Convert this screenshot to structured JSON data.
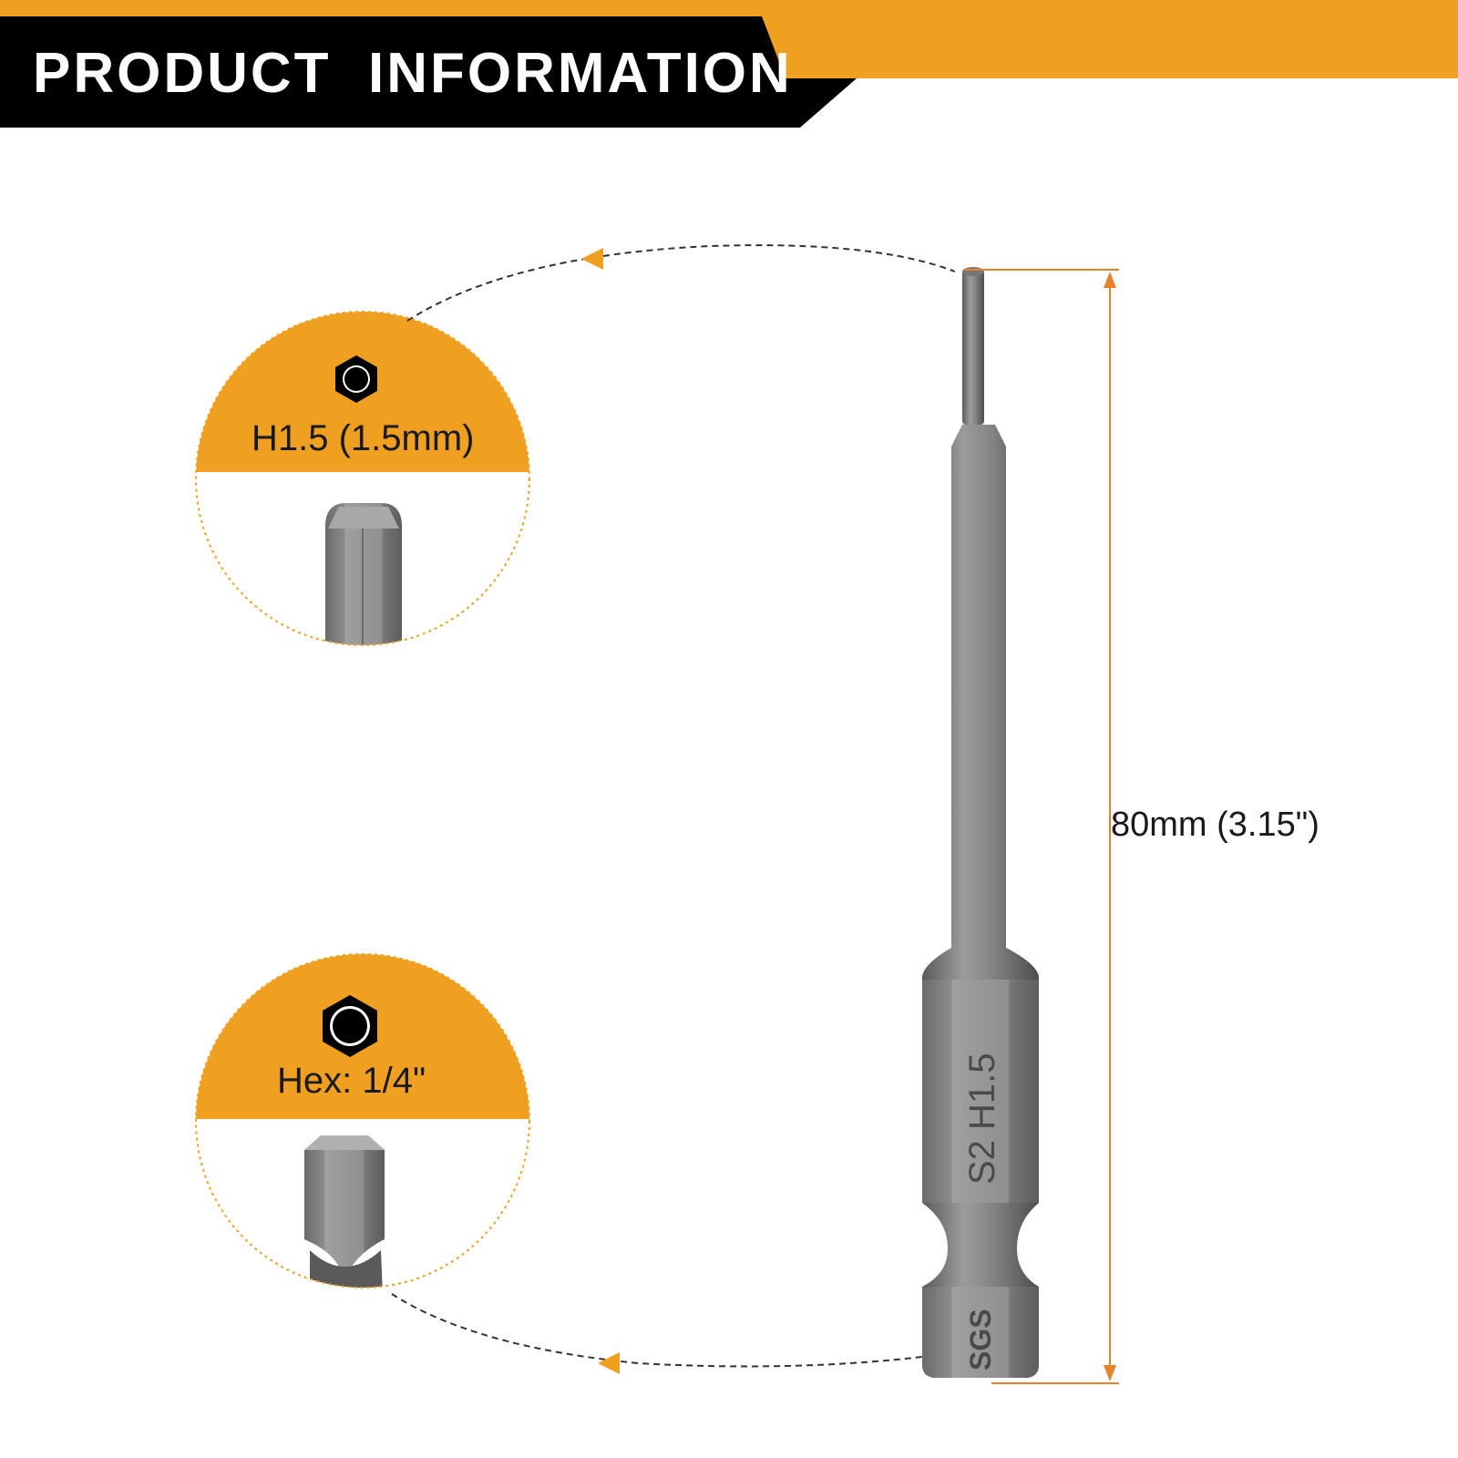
{
  "header": {
    "title": "PRODUCT  INFORMATION"
  },
  "callouts": {
    "tip": {
      "label": "H1.5 (1.5mm)",
      "icon": "hex-socket-icon"
    },
    "shank": {
      "label": "Hex: 1/4\"",
      "icon": "hex-socket-icon"
    }
  },
  "dimension": {
    "length_label": "80mm (3.15\")"
  },
  "bit_markings": {
    "size": "S2 H1.5",
    "brand": "SGS"
  },
  "colors": {
    "accent": "#F0A020",
    "banner": "#000000",
    "metal": "#8a8a8a",
    "dimension_line": "#E8822A"
  }
}
